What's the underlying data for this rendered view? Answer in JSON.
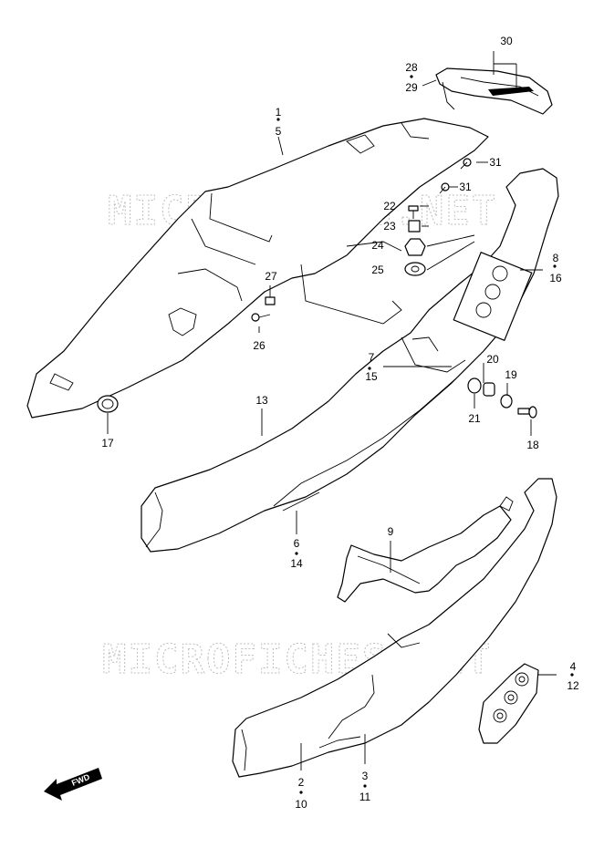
{
  "watermark": "MICROFICHES.NET",
  "fwd_badge": "FWD",
  "labels": {
    "p1": "1",
    "p5": "5",
    "p28": "28",
    "p29": "29",
    "p30": "30",
    "p31a": "31",
    "p31b": "31",
    "p22": "22",
    "p23": "23",
    "p24": "24",
    "p25": "25",
    "p27": "27",
    "p26": "26",
    "p8": "8",
    "p16": "16",
    "p7": "7",
    "p15": "15",
    "p20": "20",
    "p19": "19",
    "p21": "21",
    "p18": "18",
    "p17": "17",
    "p13": "13",
    "p6": "6",
    "p14": "14",
    "p9": "9",
    "p4": "4",
    "p12": "12",
    "p2": "2",
    "p10": "10",
    "p3": "3",
    "p11": "11"
  }
}
